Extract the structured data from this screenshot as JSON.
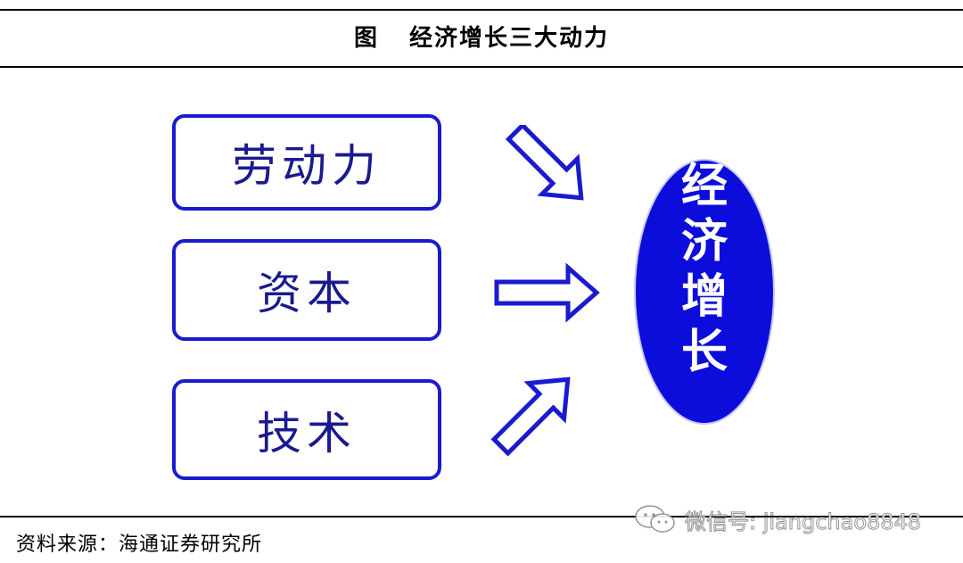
{
  "figure": {
    "label": "图",
    "title": "经济增长三大动力"
  },
  "inputs": [
    {
      "text": "劳动力"
    },
    {
      "text": "资本"
    },
    {
      "text": "技术"
    }
  ],
  "output": {
    "text_chars": [
      "经",
      "济",
      "增",
      "长"
    ]
  },
  "source": "资料来源：海通证券研究所",
  "watermark": "微信号: jiangchao8848",
  "colors": {
    "box_border": "#1a1ad0",
    "box_text": "#1a1a8f",
    "arrow": "#1a1ad0",
    "ellipse_fill": "#0d0ddb",
    "ellipse_text": "#ffffff"
  }
}
